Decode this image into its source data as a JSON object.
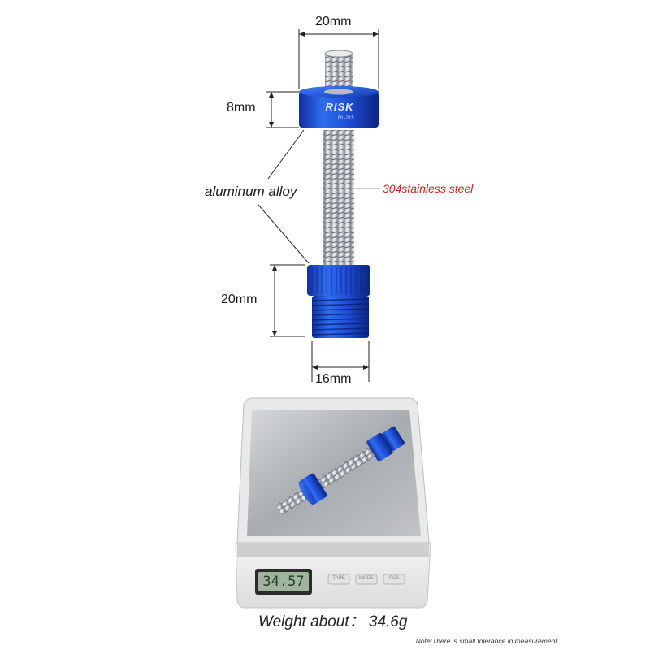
{
  "dimensions": {
    "top_width": "20mm",
    "cap_height": "8mm",
    "body_height": "20mm",
    "base_width": "16mm"
  },
  "materials": {
    "cap": "aluminum alloy",
    "rod": "304stainless steel"
  },
  "engraving": {
    "brand": "RISK",
    "model": "RL-215"
  },
  "scale": {
    "display": "34.57",
    "buttons": [
      "TARE",
      "MODE",
      "PCS"
    ]
  },
  "caption": {
    "weight": "Weight about： 34.6g",
    "note": "Note:There is small tolerance in measurement."
  },
  "colors": {
    "anodized_blue": "#1f4fd8",
    "steel": "#c9ccd1",
    "accent_red": "#d02020"
  }
}
